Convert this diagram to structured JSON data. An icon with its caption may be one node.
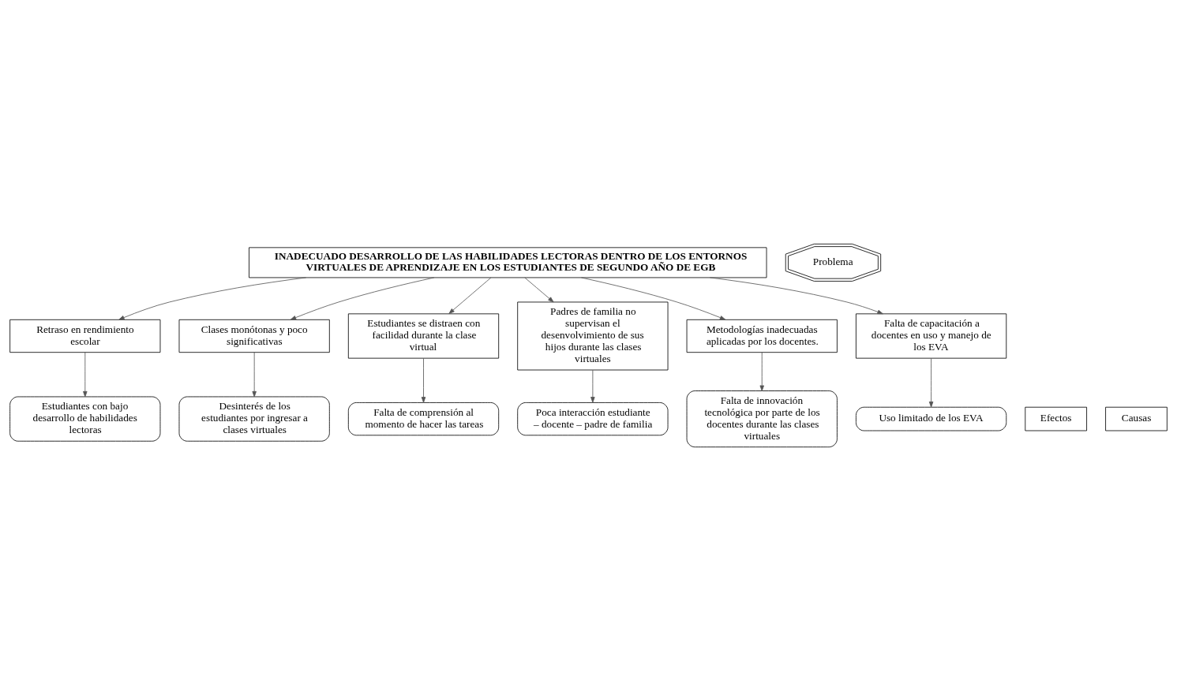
{
  "diagram": {
    "nodes": [
      {
        "text": [
          "Estudiantes con bajo desarrollo de habilidades lectoras"
        ]
      },
      {
        "text": [
          "Desinterés de los estudiantes por ingresar a clases virtuales"
        ]
      },
      {
        "text": [
          "Falta de comprensión al momento de hacer las tareas"
        ]
      },
      {
        "text": [
          "Efectos"
        ]
      },
      {
        "text": [
          "Retraso en rendimiento escolar"
        ]
      },
      {
        "text": [
          "Clases monótonas y poco significativas"
        ]
      },
      {
        "text": [
          "Estudiantes se distraen con facilidad durante la clase virtual"
        ]
      },
      {
        "text": [
          "Problema"
        ]
      },
      {
        "text": [
          "INADECUADO DESARROLLO DE LAS HABILIDADES LECTORAS DENTRO DE LOS ENTORNOS VIRTUALES DE APRENDIZAJE EN LOS ESTUDIANTES DE SEGUNDO AÑO DE EGB"
        ]
      },
      {
        "text": [
          "Padres de familia no supervisan el desenvolvimiento de sus hijos durante las clases virtuales"
        ]
      },
      {
        "text": [
          "Metodologías inadecuadas aplicadas por los docentes."
        ]
      },
      {
        "text": [
          "Falta de capacitación a docentes en uso y manejo de los EVA"
        ]
      },
      {
        "text": [
          "Causas"
        ]
      },
      {
        "text": [
          "Poca interacción estudiante – docente – padre de familia"
        ]
      },
      {
        "text": [
          "Falta de innovación tecnológica por parte de los docentes durante las clases virtuales"
        ]
      },
      {
        "text": [
          "Uso limitado de los EVA"
        ]
      }
    ],
    "edges": [
      {
        "from": 4,
        "to": 0,
        "arrow": "to"
      },
      {
        "from": 5,
        "to": 1,
        "arrow": "to"
      },
      {
        "from": 6,
        "to": 2,
        "arrow": "to"
      },
      {
        "from": 8,
        "to": 4,
        "arrow": "to"
      },
      {
        "from": 8,
        "to": 5,
        "arrow": "to"
      },
      {
        "from": 8,
        "to": 6,
        "arrow": "to"
      },
      {
        "from": 8,
        "to": 9,
        "arrow": "to"
      },
      {
        "from": 8,
        "to": 10,
        "arrow": "to"
      },
      {
        "from": 8,
        "to": 11,
        "arrow": "to"
      },
      {
        "from": 9,
        "to": 13,
        "arrow": "to"
      },
      {
        "from": 10,
        "to": 14,
        "arrow": "to"
      },
      {
        "from": 11,
        "to": 15,
        "arrow": "to"
      }
    ]
  }
}
